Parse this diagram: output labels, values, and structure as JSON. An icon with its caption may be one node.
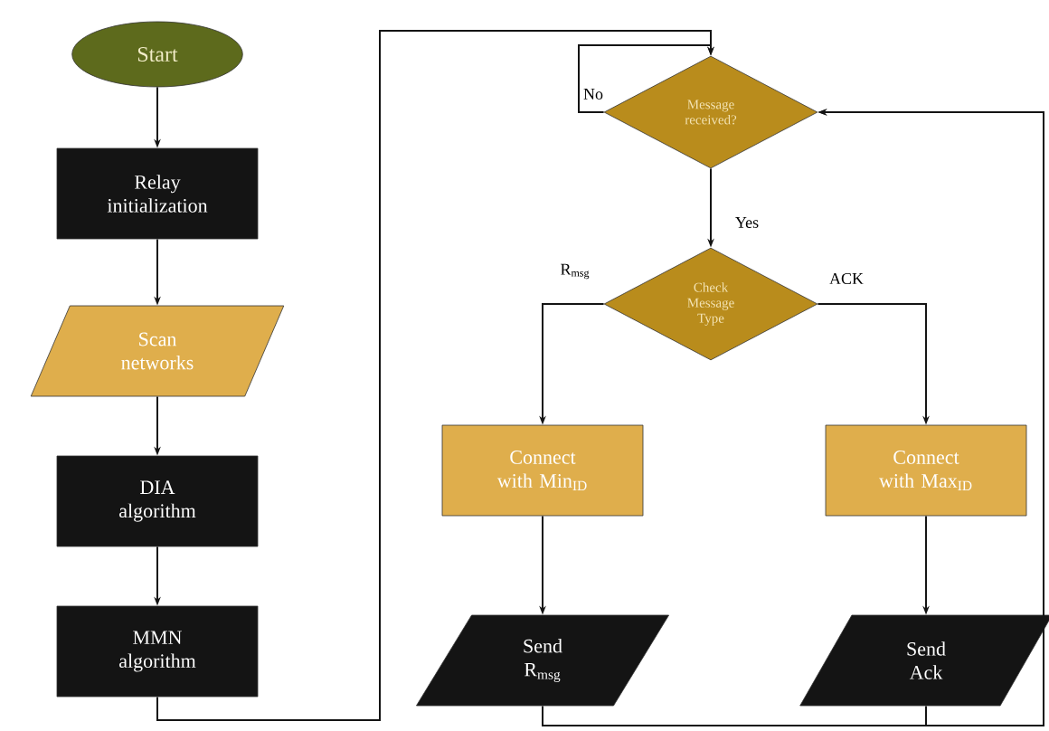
{
  "diagram": {
    "nodes": [
      {
        "text": [
          "Start"
        ]
      },
      {
        "text": [
          "Relay initialization"
        ]
      },
      {
        "text": [
          "Scan networks"
        ]
      },
      {
        "text": [
          "DIA algorithm"
        ]
      },
      {
        "text": [
          "MMN algorithm"
        ]
      },
      {
        "text": [
          "Message received?"
        ]
      },
      {
        "text": [
          "Check Message Type"
        ]
      },
      {
        "text": [
          "Connect with Min$_{ID}$"
        ]
      },
      {
        "text": [
          "Connect with Max$_{ID}$"
        ]
      },
      {
        "text": [
          "Send R$_{msg}$"
        ]
      },
      {
        "text": [
          "Send Ack"
        ]
      }
    ],
    "edges": [
      {
        "from": 0,
        "to": 1,
        "arrow": "to"
      },
      {
        "from": 1,
        "to": 2,
        "arrow": "to"
      },
      {
        "from": 2,
        "to": 3,
        "arrow": "to"
      },
      {
        "from": 3,
        "to": 4,
        "arrow": "to"
      },
      {
        "from": 4,
        "to": 5,
        "arrow": "to"
      },
      {
        "from": 5,
        "to": 5,
        "arrow": "to",
        "label": "No"
      },
      {
        "from": 5,
        "to": 6,
        "arrow": "to",
        "label": "Yes"
      },
      {
        "from": 6,
        "to": 7,
        "arrow": "to",
        "label": "R$_{msg}$"
      },
      {
        "from": 6,
        "to": 8,
        "arrow": "to",
        "label": "ACK"
      },
      {
        "from": 7,
        "to": 9,
        "arrow": "to"
      },
      {
        "from": 8,
        "to": 10,
        "arrow": "to"
      },
      {
        "from": 9,
        "to": 5,
        "arrow": "to"
      },
      {
        "from": 10,
        "to": 5,
        "arrow": "to"
      }
    ]
  }
}
